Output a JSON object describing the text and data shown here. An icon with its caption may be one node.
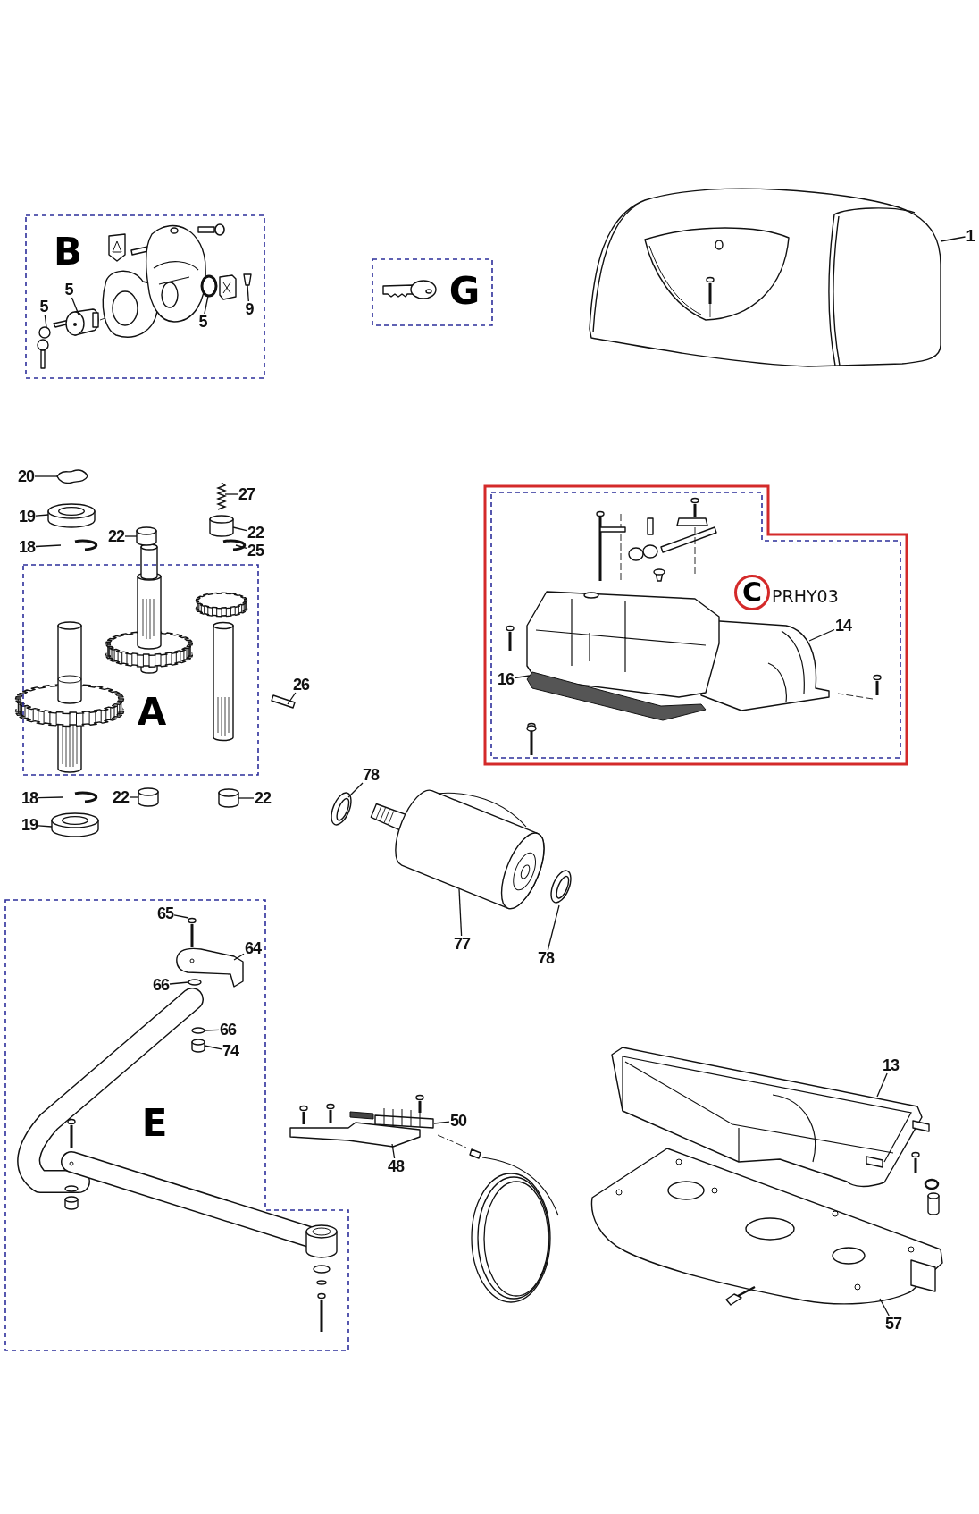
{
  "diagram": {
    "nodes": [
      {
        "text": [
          "B"
        ]
      },
      {
        "text": [
          "5"
        ],
        "in": 0
      },
      {
        "text": [
          "5"
        ],
        "in": 0
      },
      {
        "text": [
          "5"
        ],
        "in": 0
      },
      {
        "text": [
          "9"
        ],
        "in": 0
      },
      {
        "text": [
          "G"
        ]
      },
      {
        "text": [
          "1"
        ]
      },
      {
        "text": [
          "20"
        ]
      },
      {
        "text": [
          "19"
        ]
      },
      {
        "text": [
          "18"
        ]
      },
      {
        "text": [
          "22"
        ]
      },
      {
        "text": [
          "27"
        ]
      },
      {
        "text": [
          "22"
        ]
      },
      {
        "text": [
          "25"
        ]
      },
      {
        "text": [
          "A"
        ]
      },
      {
        "text": [
          "26"
        ]
      },
      {
        "text": [
          "18"
        ]
      },
      {
        "text": [
          "22"
        ]
      },
      {
        "text": [
          "22"
        ]
      },
      {
        "text": [
          "19"
        ]
      },
      {
        "text": [],
        "shape": "box"
      },
      {
        "text": [
          "C",
          "PRHY03"
        ],
        "in": 20
      },
      {
        "text": [
          "14"
        ],
        "in": 21
      },
      {
        "text": [
          "16"
        ],
        "in": 21
      },
      {
        "text": [
          "78"
        ]
      },
      {
        "text": [
          "77"
        ]
      },
      {
        "text": [
          "78"
        ]
      },
      {
        "text": [
          "E"
        ]
      },
      {
        "text": [
          "65"
        ],
        "in": 27
      },
      {
        "text": [
          "64"
        ],
        "in": 27
      },
      {
        "text": [
          "66"
        ],
        "in": 27
      },
      {
        "text": [
          "66"
        ],
        "in": 27
      },
      {
        "text": [
          "74"
        ],
        "in": 27
      },
      {
        "text": [
          "50"
        ]
      },
      {
        "text": [
          "48"
        ]
      },
      {
        "text": [
          "13"
        ]
      },
      {
        "text": [
          "57"
        ]
      },
      {
        "text": [],
        "shape": "picture",
        "in": 0
      },
      {
        "text": [],
        "shape": "picture",
        "in": 0
      },
      {
        "text": [],
        "shape": "circle",
        "in": 0
      },
      {
        "text": [],
        "shape": "bar",
        "in": 0
      },
      {
        "text": [],
        "shape": "picture"
      },
      {
        "text": [],
        "shape": "picture"
      },
      {
        "text": [],
        "shape": "cylinder"
      },
      {
        "text": [],
        "shape": "picture"
      },
      {
        "text": [],
        "shape": "cylinder"
      },
      {
        "text": [],
        "shape": "picture"
      },
      {
        "text": [],
        "shape": "cylinder"
      },
      {
        "text": [],
        "shape": "picture"
      },
      {
        "text": [],
        "shape": "bar"
      },
      {
        "text": [],
        "shape": "picture"
      },
      {
        "text": [],
        "shape": "cylinder"
      },
      {
        "text": [],
        "shape": "cylinder"
      },
      {
        "text": [],
        "shape": "cylinder"
      },
      {
        "text": [],
        "shape": "picture",
        "in": 21
      },
      {
        "text": [],
        "shape": "picture",
        "in": 21
      },
      {
        "text": [],
        "shape": "picture"
      },
      {
        "text": [],
        "shape": "picture"
      },
      {
        "text": [],
        "shape": "picture"
      },
      {
        "text": [],
        "shape": "picture",
        "in": 27
      },
      {
        "text": [],
        "shape": "picture",
        "in": 27
      },
      {
        "text": [],
        "shape": "circle",
        "in": 27
      },
      {
        "text": [],
        "shape": "circle",
        "in": 27
      },
      {
        "text": [],
        "shape": "cylinder",
        "in": 27
      },
      {
        "text": [],
        "shape": "picture"
      },
      {
        "text": [],
        "shape": "picture"
      },
      {
        "text": [],
        "shape": "picture"
      },
      {
        "text": [],
        "shape": "picture"
      }
    ],
    "edges": [
      {
        "from": 1,
        "to": 38,
        "arrow": "none"
      },
      {
        "from": 2,
        "to": 37,
        "arrow": "none"
      },
      {
        "from": 3,
        "to": 39,
        "arrow": "none"
      },
      {
        "from": 4,
        "to": 40,
        "arrow": "none"
      },
      {
        "from": 6,
        "to": 41,
        "arrow": "none"
      },
      {
        "from": 7,
        "to": 42,
        "arrow": "none"
      },
      {
        "from": 8,
        "to": 43,
        "arrow": "none"
      },
      {
        "from": 9,
        "to": 44,
        "arrow": "none"
      },
      {
        "from": 10,
        "to": 45,
        "arrow": "none"
      },
      {
        "from": 11,
        "to": 46,
        "arrow": "none"
      },
      {
        "from": 12,
        "to": 47,
        "arrow": "none"
      },
      {
        "from": 13,
        "to": 48,
        "arrow": "none"
      },
      {
        "from": 15,
        "to": 49,
        "arrow": "none"
      },
      {
        "from": 16,
        "to": 50,
        "arrow": "none"
      },
      {
        "from": 17,
        "to": 51,
        "arrow": "none"
      },
      {
        "from": 18,
        "to": 52,
        "arrow": "none"
      },
      {
        "from": 19,
        "to": 53,
        "arrow": "none"
      },
      {
        "from": 22,
        "to": 54,
        "arrow": "none"
      },
      {
        "from": 23,
        "to": 55,
        "arrow": "none"
      },
      {
        "from": 24,
        "to": 56,
        "arrow": "none"
      },
      {
        "from": 25,
        "to": 57,
        "arrow": "none"
      },
      {
        "from": 26,
        "to": 58,
        "arrow": "none"
      },
      {
        "from": 28,
        "to": 59,
        "arrow": "none"
      },
      {
        "from": 29,
        "to": 60,
        "arrow": "none"
      },
      {
        "from": 30,
        "to": 61,
        "arrow": "none"
      },
      {
        "from": 31,
        "to": 62,
        "arrow": "none"
      },
      {
        "from": 32,
        "to": 63,
        "arrow": "none"
      },
      {
        "from": 33,
        "to": 64,
        "arrow": "none"
      },
      {
        "from": 34,
        "to": 65,
        "arrow": "none"
      },
      {
        "from": 35,
        "to": 66,
        "arrow": "none"
      },
      {
        "from": 36,
        "to": 67,
        "arrow": "none"
      }
    ]
  }
}
